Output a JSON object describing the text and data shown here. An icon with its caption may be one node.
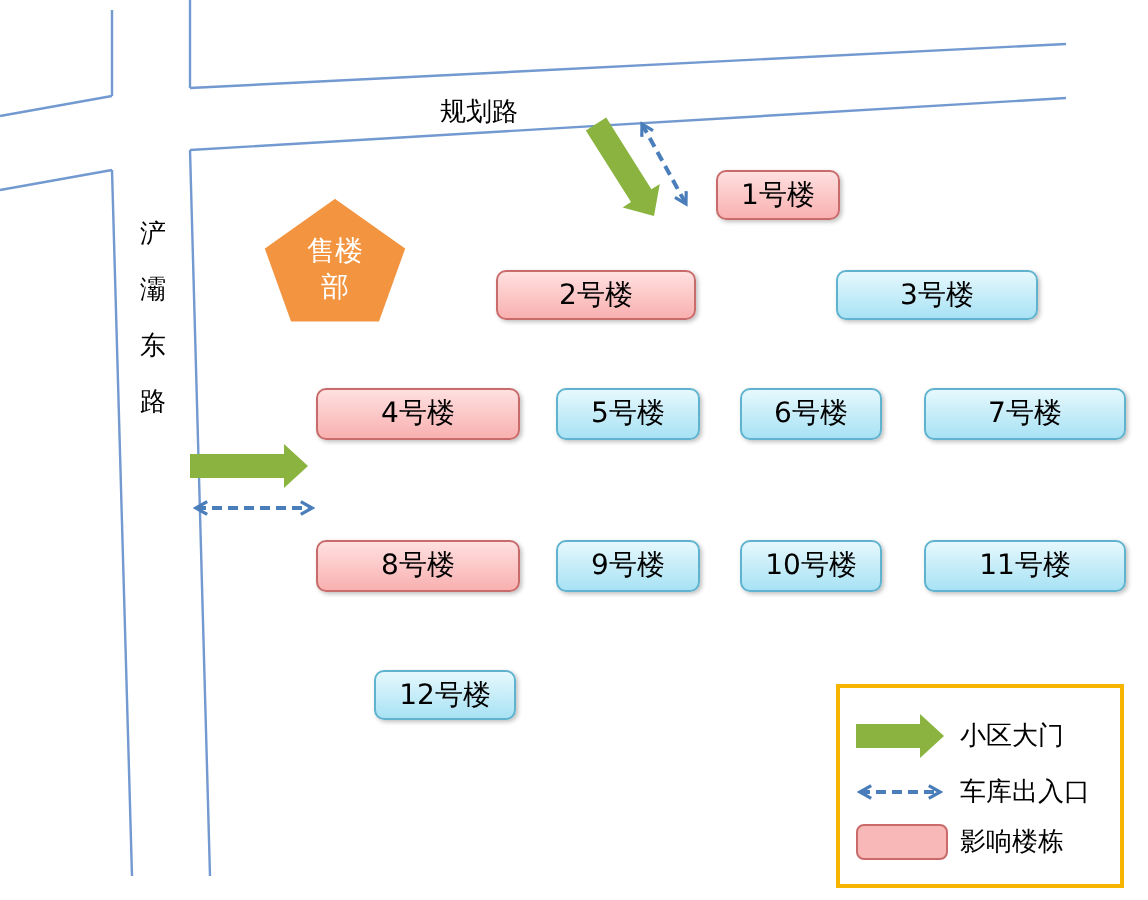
{
  "diagram": {
    "nodes": [
      {
        "text": [
          "售楼部"
        ]
      },
      {
        "text": [
          "1号楼"
        ]
      },
      {
        "text": [
          "2号楼"
        ]
      },
      {
        "text": [
          "3号楼"
        ]
      },
      {
        "text": [
          "4号楼"
        ]
      },
      {
        "text": [
          "5号楼"
        ]
      },
      {
        "text": [
          "6号楼"
        ]
      },
      {
        "text": [
          "7号楼"
        ]
      },
      {
        "text": [
          "8号楼"
        ]
      },
      {
        "text": [
          "9号楼"
        ]
      },
      {
        "text": [
          "10号楼"
        ]
      },
      {
        "text": [
          "11号楼"
        ]
      },
      {
        "text": [
          "12号楼"
        ]
      }
    ],
    "labels": [
      "规划路",
      "浐灞东路"
    ],
    "legend": [
      {
        "text": "小区大门"
      },
      {
        "text": "车库出入口"
      },
      {
        "text": "影响楼栋",
        "color": "#f9b8b8"
      }
    ]
  }
}
